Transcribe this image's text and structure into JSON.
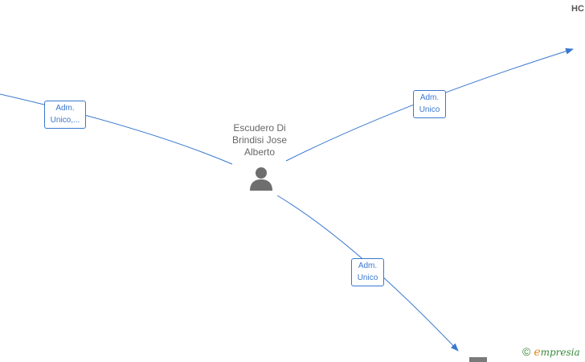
{
  "person": {
    "name_lines": [
      "Escudero Di",
      "Brindisi Jose",
      "Alberto"
    ],
    "icon": "person-icon"
  },
  "edges": [
    {
      "label_lines": [
        "Adm.",
        "Unico,..."
      ]
    },
    {
      "label_lines": [
        "Adm.",
        "Unico"
      ]
    },
    {
      "label_lines": [
        "Adm.",
        "Unico"
      ]
    }
  ],
  "corner_node": {
    "label": "HC"
  },
  "watermark": {
    "copyright_symbol": "©",
    "brand_first": "e",
    "brand_rest": "mpresia"
  },
  "colors": {
    "edge": "#3a78d0",
    "node_text": "#666666",
    "person_icon": "#6e6e6e",
    "brand_green": "#3a8a3a",
    "brand_orange": "#e08a1e"
  }
}
